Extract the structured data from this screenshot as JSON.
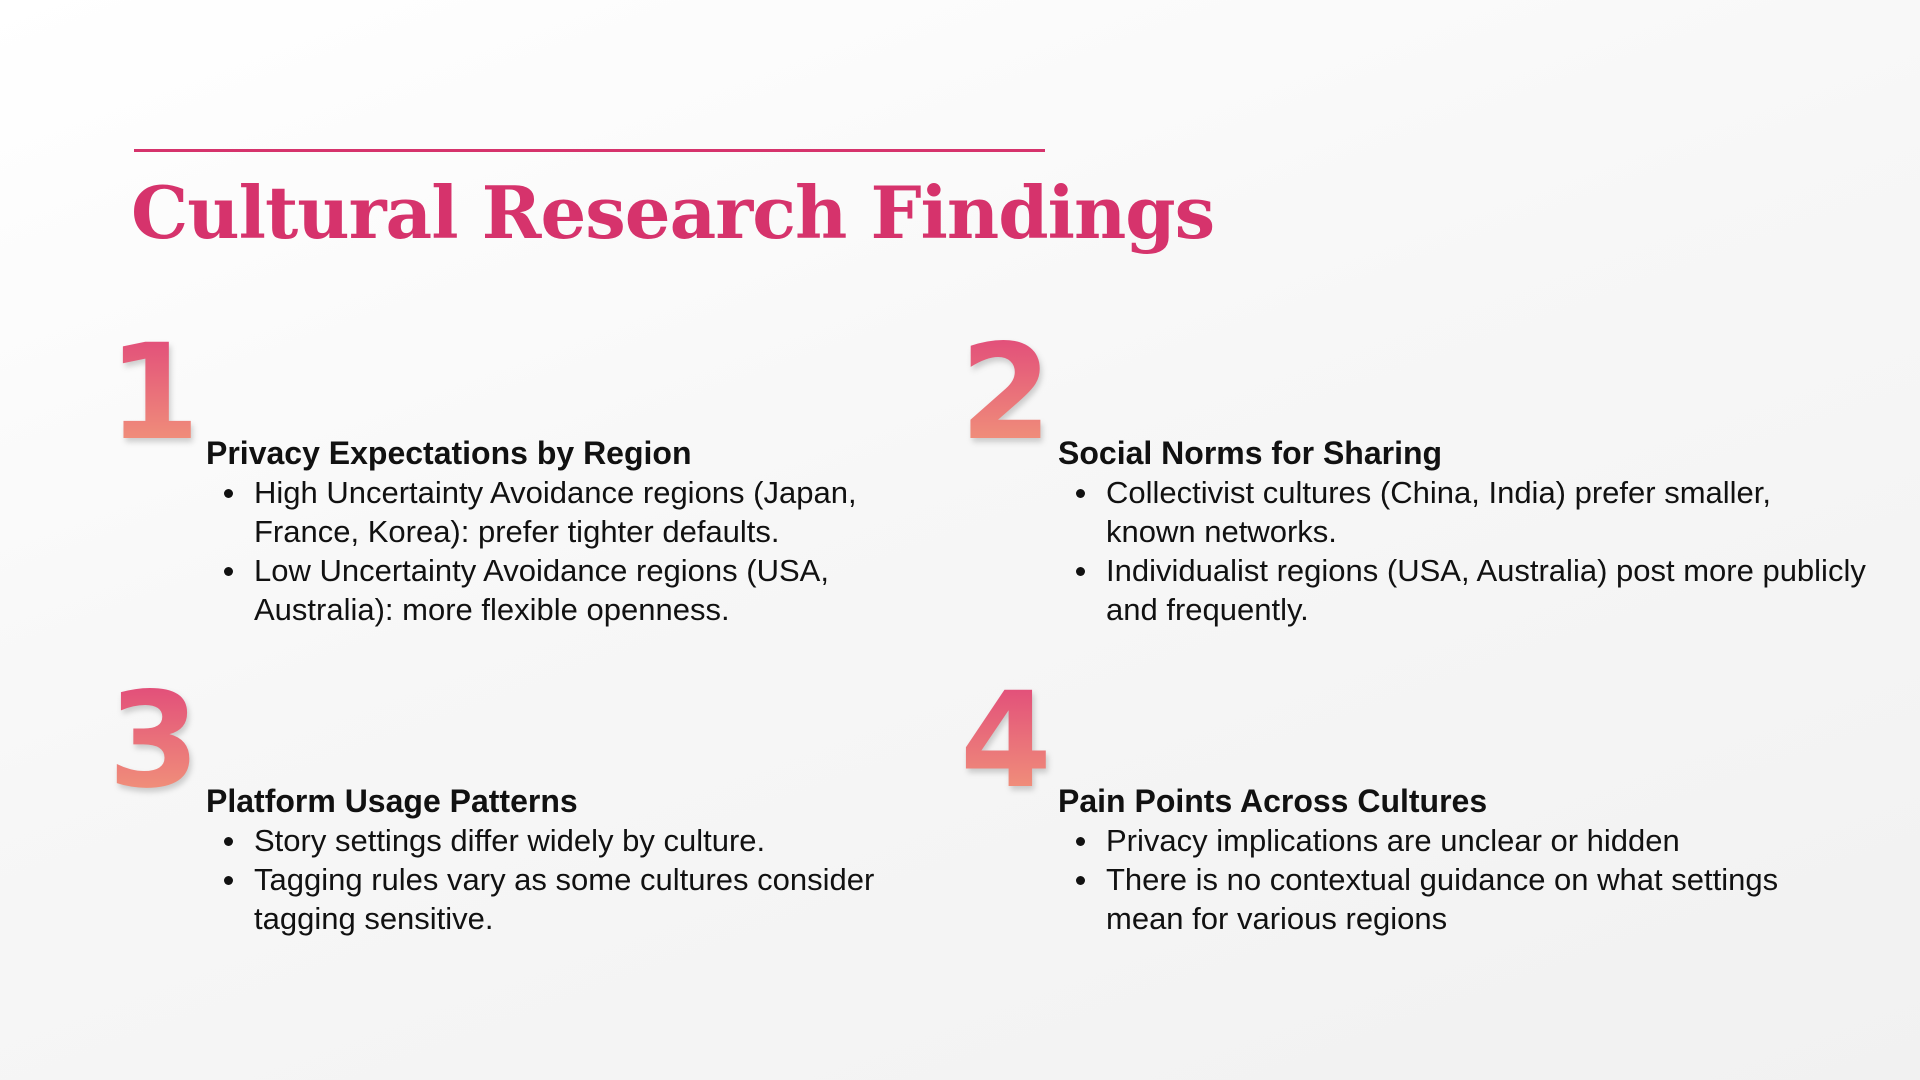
{
  "slide": {
    "title": "Cultural Research Findings",
    "accent_color": "#d6336c",
    "number_gradient": [
      "#e24f7a",
      "#f1937a"
    ]
  },
  "findings": [
    {
      "number": "1",
      "heading": "Privacy Expectations by Region",
      "bullets": [
        "High Uncertainty Avoidance regions (Japan, France, Korea): prefer tighter defaults.",
        "Low Uncertainty Avoidance regions (USA, Australia): more flexible openness."
      ]
    },
    {
      "number": "2",
      "heading": "Social Norms for Sharing",
      "bullets": [
        "Collectivist cultures (China, India) prefer smaller, known networks.",
        "Individualist regions (USA, Australia) post more publicly and frequently."
      ]
    },
    {
      "number": "3",
      "heading": "Platform Usage Patterns",
      "bullets": [
        "Story settings differ widely by culture.",
        "Tagging rules vary as some cultures consider tagging sensitive."
      ]
    },
    {
      "number": "4",
      "heading": "Pain Points Across Cultures",
      "bullets": [
        "Privacy implications are unclear or hidden",
        "There is no contextual guidance on what settings mean for various regions"
      ]
    }
  ]
}
